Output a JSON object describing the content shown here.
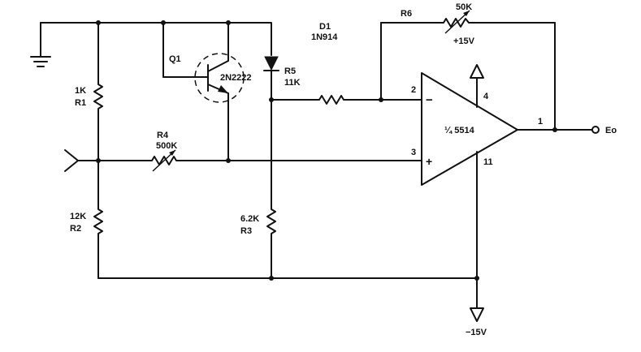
{
  "components": {
    "q1": {
      "ref": "Q1",
      "part": "2N2222"
    },
    "r1": {
      "value": "1K",
      "ref": "R1"
    },
    "r2": {
      "value": "12K",
      "ref": "R2"
    },
    "r3": {
      "value": "6.2K",
      "ref": "R3"
    },
    "r4": {
      "ref": "R4",
      "value": "500K"
    },
    "r5": {
      "ref": "R5",
      "value": "11K"
    },
    "r6": {
      "ref": "R6",
      "value": "50K"
    },
    "d1": {
      "ref": "D1",
      "part": "1N914"
    },
    "opamp": {
      "part": "¼ 5514",
      "minus": "−",
      "plus": "+"
    }
  },
  "pins": {
    "inverting": "2",
    "noninverting": "3",
    "vplus": "4",
    "vminus": "11",
    "output": "1"
  },
  "supplies": {
    "pos": "+15V",
    "neg": "−15V"
  },
  "output_label": "Eo",
  "colors": {
    "ink": "#111111",
    "paper": "#ffffff"
  }
}
